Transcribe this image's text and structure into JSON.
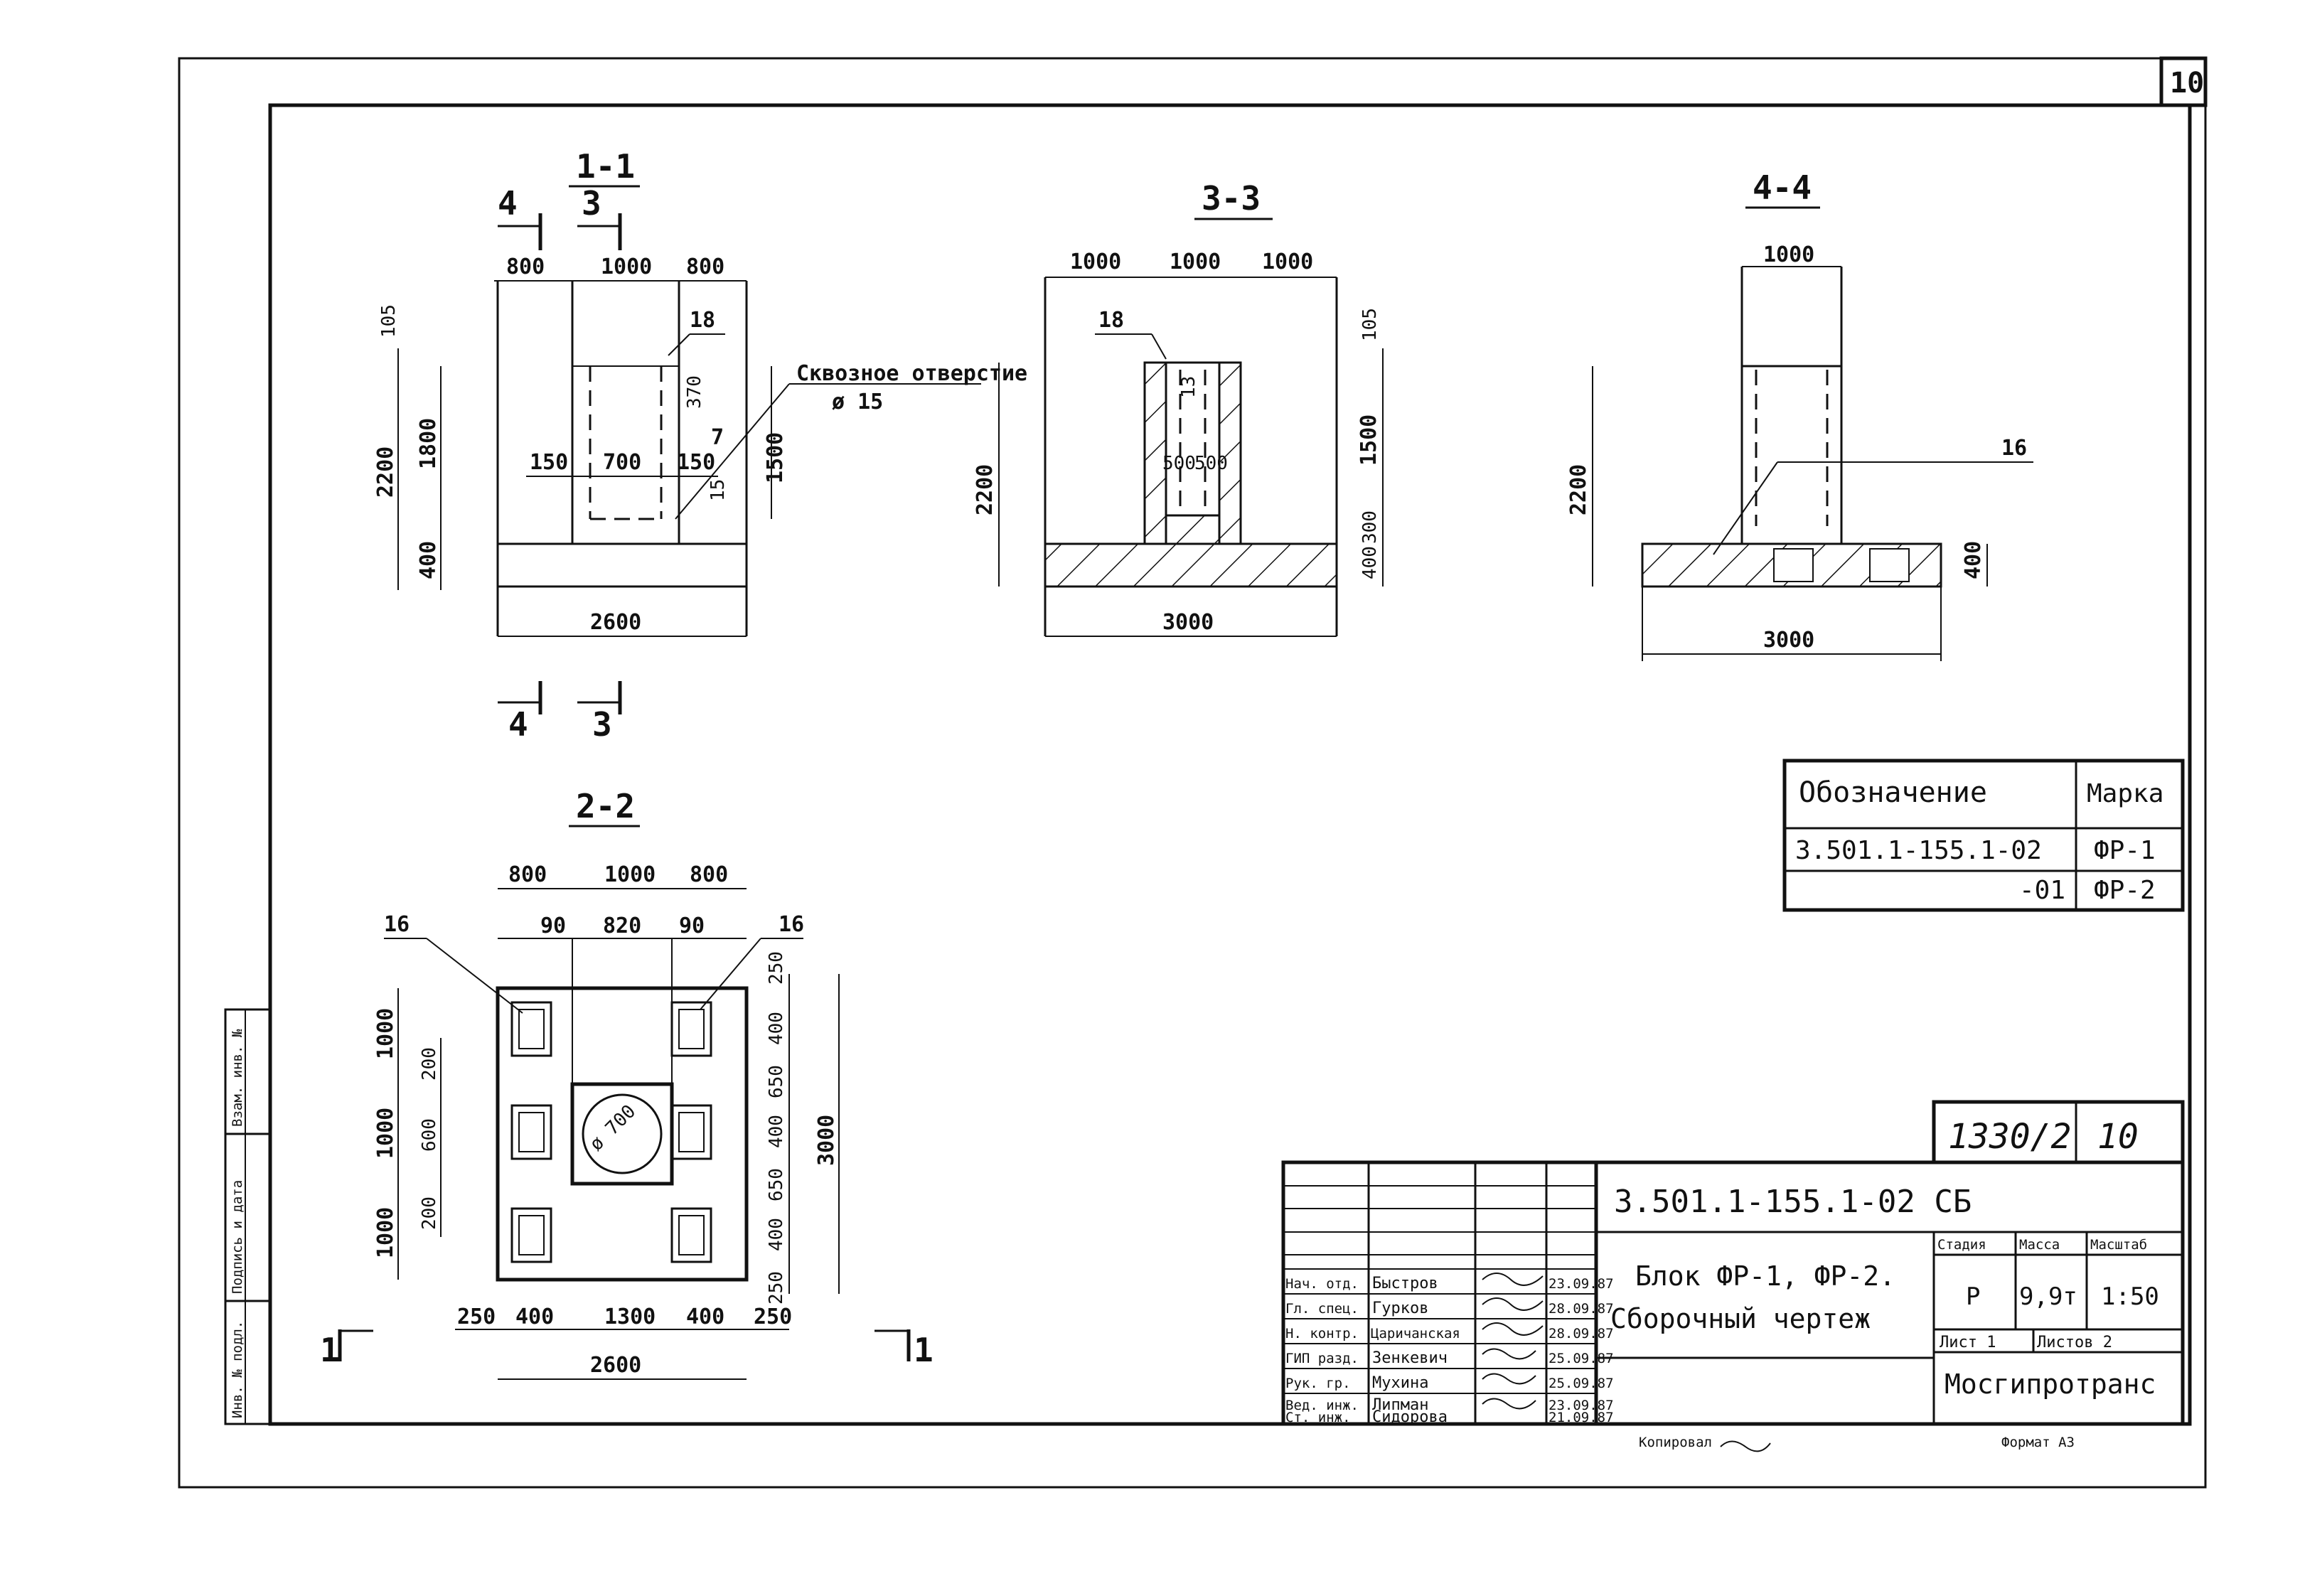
{
  "page_number": "10",
  "sections": {
    "s11": {
      "title": "1-1",
      "cut_marks": [
        "4",
        "3"
      ],
      "dims_top": [
        "800",
        "1000",
        "800"
      ],
      "dims_left": [
        "105",
        "1800",
        "2200",
        "400"
      ],
      "dims_inner": [
        "150",
        "700",
        "150"
      ],
      "dims_misc": [
        "370",
        "7",
        "15",
        "1500"
      ],
      "bottom": "2600",
      "callout_18": "18",
      "through_hole": "Сквозное отверстие",
      "through_hole_dia": "ø 15"
    },
    "s33": {
      "title": "3-3",
      "dims_top": [
        "1000",
        "1000",
        "1000"
      ],
      "callout_18": "18",
      "dims_left": "2200",
      "dims_right": [
        "105",
        "1500",
        "300",
        "400"
      ],
      "dims_inner": [
        "500",
        "500"
      ],
      "inner_small": "13",
      "bottom": "3000"
    },
    "s44": {
      "title": "4-4",
      "dim_top": "1000",
      "dim_left": "2200",
      "callout_16": "16",
      "dim_right": "400",
      "bottom": "3000"
    },
    "s22": {
      "title": "2-2",
      "dims_top": [
        "800",
        "1000",
        "800"
      ],
      "dims_top2": [
        "90",
        "820",
        "90"
      ],
      "callouts": [
        "16",
        "16"
      ],
      "dims_left": [
        "1000",
        "1000",
        "1000"
      ],
      "dims_left_inner": [
        "200",
        "600",
        "200"
      ],
      "dims_right": [
        "250",
        "400",
        "650",
        "400",
        "650",
        "400",
        "250"
      ],
      "dim_total_right": "3000",
      "circle": "ø 700",
      "dims_bottom": [
        "250",
        "400",
        "1300",
        "400",
        "250"
      ],
      "bottom": "2600",
      "cut_mark_left": "1",
      "cut_mark_right": "1"
    }
  },
  "spec_table": {
    "headers": [
      "Обозначение",
      "Марка"
    ],
    "rows": [
      [
        "3.501.1-155.1-02",
        "ФР-1"
      ],
      [
        "-01",
        "ФР-2"
      ]
    ]
  },
  "stamp": {
    "archive_no": "1330/2",
    "sheet_no": "10",
    "code": "3.501.1-155.1-02 СБ",
    "title_line1": "Блок ФР-1, ФР-2.",
    "title_line2": "Сборочный чертеж",
    "col_headers": [
      "Стадия",
      "Масса",
      "Масштаб"
    ],
    "stage": "Р",
    "mass": "9,9т",
    "scale": "1:50",
    "sheet": "Лист 1",
    "sheets": "Листов 2",
    "org": "Мосгипротранс",
    "people": [
      {
        "role": "Нач. отд.",
        "name": "Быстров",
        "date": "23.09.87"
      },
      {
        "role": "Гл. спец.",
        "name": "Гурков",
        "date": "28.09.87"
      },
      {
        "role": "Н. контр.",
        "name": "Царичанская",
        "date": "28.09.87"
      },
      {
        "role": "ГИП разд.",
        "name": "Зенкевич",
        "date": "25.09.87"
      },
      {
        "role": "Рук. гр.",
        "name": "Мухина",
        "date": "25.09.87"
      },
      {
        "role": "Вед. инж.",
        "name": "Липман",
        "date": "23.09.87"
      },
      {
        "role": "Ст. инж.",
        "name": "Сидорова",
        "date": "21.09.87"
      }
    ],
    "copied": "Копировал",
    "format": "Формат А3"
  },
  "side_stamp": [
    "Инв. № подл.",
    "Подпись и дата",
    "Взам. инв. №"
  ]
}
